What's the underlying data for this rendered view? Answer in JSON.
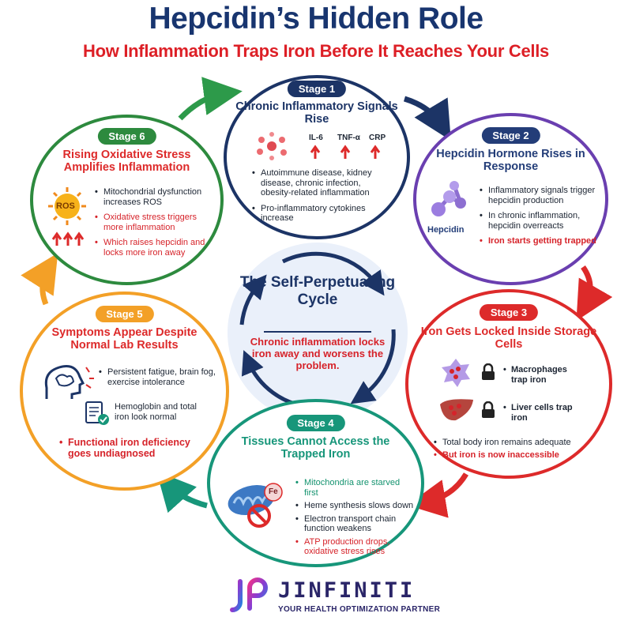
{
  "title": "Hepcidin’s Hidden Role",
  "subtitle": "How Inflammation Traps Iron Before It Reaches Your Cells",
  "center": {
    "title": "The Self-Perpetuating Cycle",
    "text": "Chronic inflammation locks iron away and worsens the problem."
  },
  "stages": {
    "s1": {
      "label": "Stage 1",
      "heading": "Chronic Inflammatory Signals Rise",
      "markers": [
        "IL-6",
        "TNF-α",
        "CRP"
      ],
      "bullets": [
        "Autoimmune disease, kidney disease, chronic infection, obesity-related inflammation",
        "Pro-inflammatory cytokines increase"
      ]
    },
    "s2": {
      "label": "Stage 2",
      "heading": "Hepcidin Hormone Rises in Response",
      "icon_label": "Hepcidin",
      "bullets": [
        "Inflammatory signals trigger hepcidin production",
        "In chronic inflammation, hepcidin overreacts",
        "Iron starts getting trapped"
      ]
    },
    "s3": {
      "label": "Stage 3",
      "heading": "Iron Gets Locked Inside Storage Cells",
      "items": [
        "Macrophages trap iron",
        "Liver cells trap iron"
      ],
      "bullets": [
        "Total body iron remains adequate",
        "But iron is now inaccessible"
      ]
    },
    "s4": {
      "label": "Stage 4",
      "heading": "Tissues Cannot Access the Trapped Iron",
      "icon_label": "Fe",
      "bullets": [
        "Mitochondria are starved first",
        "Heme synthesis slows down",
        "Electron transport chain function weakens",
        "ATP production drops, oxidative stress rises"
      ]
    },
    "s5": {
      "label": "Stage 5",
      "heading": "Symptoms Appear Despite Normal Lab Results",
      "bullets": [
        "Persistent fatigue, brain fog, exercise intolerance",
        "Hemoglobin and total iron look normal",
        "Functional iron deficiency goes undiagnosed"
      ]
    },
    "s6": {
      "label": "Stage 6",
      "heading": "Rising Oxidative Stress Amplifies Inflammation",
      "icon_label": "ROS",
      "bullets": [
        "Mitochondrial dysfunction increases ROS",
        "Oxidative stress triggers more inflammation",
        "Which raises hepcidin and locks more iron away"
      ]
    }
  },
  "brand": {
    "name": "JINFINITI",
    "tagline": "YOUR HEALTH OPTIMIZATION PARTNER"
  },
  "colors": {
    "navy": "#1c3466",
    "red": "#dd2a2a",
    "purple": "#6a3fb0",
    "teal": "#17967a",
    "orange": "#f3a027",
    "green": "#2d8a3e"
  }
}
